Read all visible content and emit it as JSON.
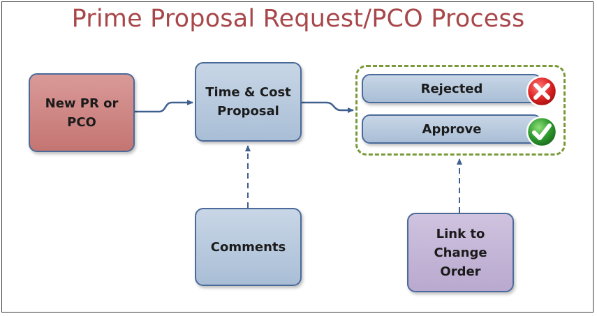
{
  "title": "Prime Proposal Request/PCO Process",
  "nodes": {
    "new_pr": "New PR or\nPCO",
    "time_cost": "Time & Cost\nProposal",
    "comments": "Comments",
    "link_change_order": "Link to\nChange\nOrder"
  },
  "outcomes": {
    "rejected": "Rejected",
    "approve": "Approve"
  },
  "icons": {
    "rejected": "x-circle-icon",
    "approve": "check-circle-icon"
  },
  "colors": {
    "title": "#a8474a",
    "reject": "#e03030",
    "approve": "#2f9a2f",
    "group_border": "#7a9a3a",
    "connector": "#3f5f8f"
  }
}
